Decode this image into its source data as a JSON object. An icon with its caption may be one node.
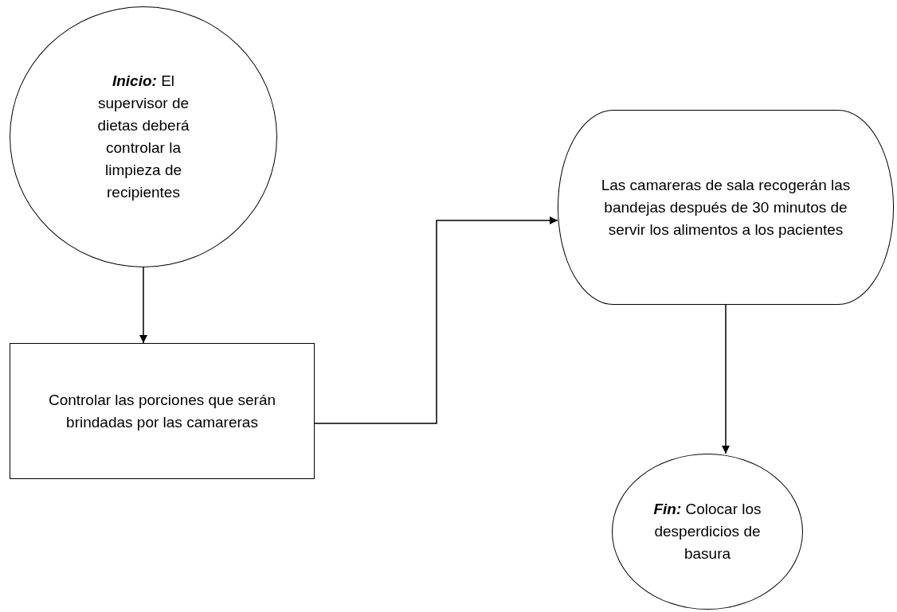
{
  "diagram": {
    "nodes": [
      {
        "text": [
          "**Inicio:** El supervisor de dietas deberá controlar la limpieza de recipientes"
        ]
      },
      {
        "text": [
          "Controlar las porciones que serán brindadas por las camareras"
        ]
      },
      {
        "text": [
          "Las camareras de sala recogerán las bandejas después de 30 minutos de servir los alimentos a los pacientes"
        ]
      },
      {
        "text": [
          "**Fin:** Colocar los desperdicios de basura"
        ]
      }
    ],
    "edges": [
      {
        "from": 0,
        "to": 1,
        "arrow": "to"
      },
      {
        "from": 1,
        "to": 2,
        "arrow": "to"
      },
      {
        "from": 2,
        "to": 3,
        "arrow": "to"
      }
    ]
  }
}
